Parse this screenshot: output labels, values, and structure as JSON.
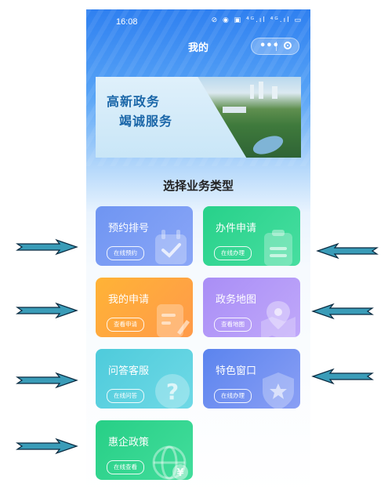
{
  "status_bar": {
    "time": "16:08",
    "icons": "⊘ ◉ ▣ ⁴ᴳ.ıl ⁴ᴳ.ıl ▭"
  },
  "nav": {
    "title": "我的",
    "more_icon": "more-dots-icon",
    "close_icon": "target-close-icon"
  },
  "banner": {
    "line1": "高新政务",
    "line2": "竭诚服务"
  },
  "section_title": "选择业务类型",
  "cards": [
    {
      "label": "预约排号",
      "button": "在线预约",
      "icon": "calendar-check-icon",
      "color_from": "#6f95f2",
      "color_to": "#8aa6f7"
    },
    {
      "label": "办件申请",
      "button": "在线办理",
      "icon": "clipboard-icon",
      "color_from": "#27d18a",
      "color_to": "#47dea0"
    },
    {
      "label": "我的申请",
      "button": "查看申请",
      "icon": "document-edit-icon",
      "color_from": "#ffb336",
      "color_to": "#ff9a4a"
    },
    {
      "label": "政务地图",
      "button": "查看地图",
      "icon": "map-pin-icon",
      "color_from": "#a98ef6",
      "color_to": "#c0a8fa"
    },
    {
      "label": "问答客服",
      "button": "在线问答",
      "icon": "question-bubble-icon",
      "color_from": "#4ecbdb",
      "color_to": "#6fd9e6"
    },
    {
      "label": "特色窗口",
      "button": "在线办理",
      "icon": "star-shield-icon",
      "color_from": "#5b84ee",
      "color_to": "#8a9ff5"
    },
    {
      "label": "惠企政策",
      "button": "在线查看",
      "icon": "globe-yen-icon",
      "color_from": "#27cf86",
      "color_to": "#43dd9c"
    }
  ],
  "colors": {
    "arrow_fill": "#3a9cb8",
    "arrow_stroke": "#0a2a40"
  }
}
